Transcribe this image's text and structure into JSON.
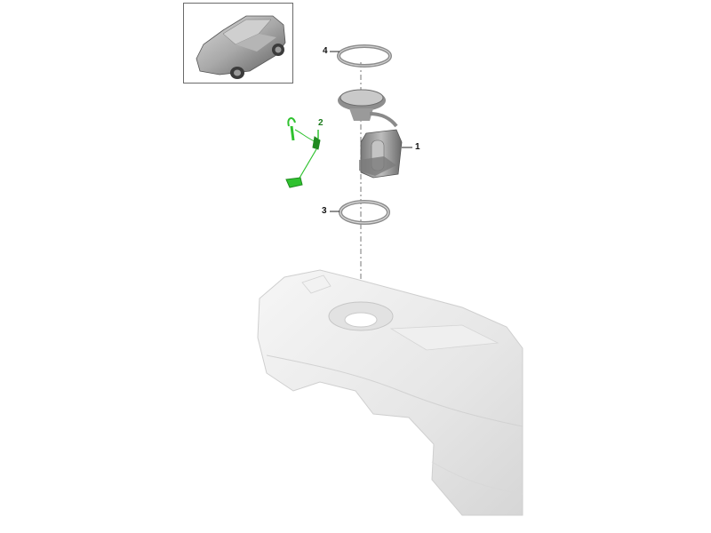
{
  "diagram": {
    "type": "exploded-parts-view",
    "subject": "fuel tank with fuel pump / sender unit",
    "thumbnail": {
      "depicts": "vehicle-suv-overview"
    },
    "callouts": [
      {
        "id": "1",
        "label": "1",
        "part": "fuel-pump-module",
        "highlighted": false
      },
      {
        "id": "2",
        "label": "2",
        "part": "fuel-level-sender",
        "highlighted": true
      },
      {
        "id": "3",
        "label": "3",
        "part": "seal-ring",
        "highlighted": false
      },
      {
        "id": "4",
        "label": "4",
        "part": "locking-ring",
        "highlighted": false
      }
    ],
    "colors": {
      "highlight": "#2fc22f",
      "highlight_text": "#1a7a1a",
      "part_gray": "#8a8a8a",
      "tank_fill": "#ececec"
    }
  }
}
